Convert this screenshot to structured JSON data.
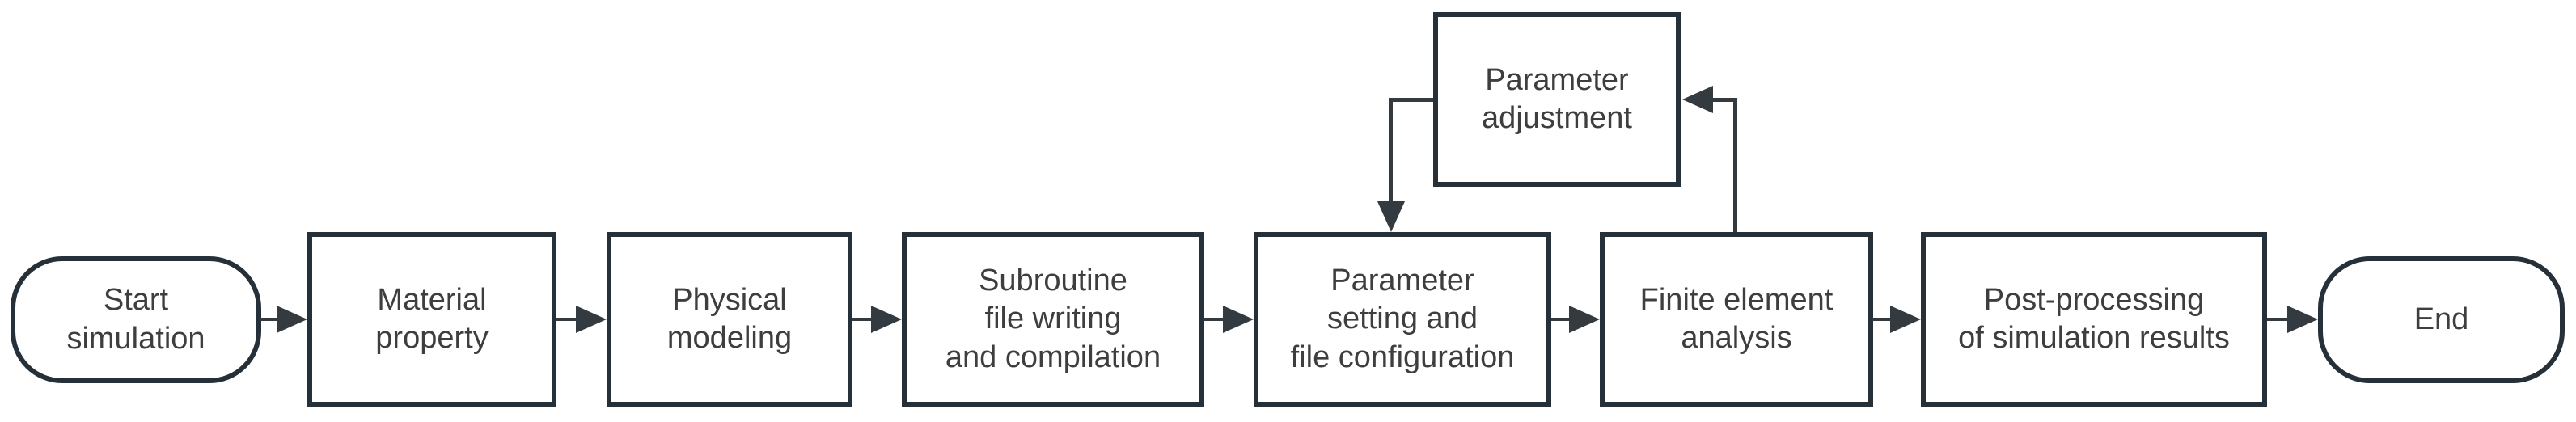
{
  "diagram": {
    "type": "flowchart",
    "background_color": "#ffffff",
    "colors": {
      "shape_border": "#263039",
      "connector": "#333a40",
      "text": "#3e3e3e"
    },
    "nodes": {
      "start": {
        "label": "Start\nsimulation",
        "shape": "terminator"
      },
      "material": {
        "label": "Material\nproperty",
        "shape": "process"
      },
      "physical": {
        "label": "Physical\nmodeling",
        "shape": "process"
      },
      "subroutine": {
        "label": "Subroutine\nfile writing\nand compilation",
        "shape": "process"
      },
      "param_setting": {
        "label": "Parameter\nsetting and\nfile configuration",
        "shape": "process"
      },
      "finite_element": {
        "label": "Finite element\nanalysis",
        "shape": "process"
      },
      "post_processing": {
        "label": "Post-processing\nof simulation results",
        "shape": "process"
      },
      "end": {
        "label": "End",
        "shape": "terminator"
      },
      "param_adjustment": {
        "label": "Parameter\nadjustment",
        "shape": "process"
      }
    },
    "edges": [
      {
        "from": "start",
        "to": "material"
      },
      {
        "from": "material",
        "to": "physical"
      },
      {
        "from": "physical",
        "to": "subroutine"
      },
      {
        "from": "subroutine",
        "to": "param_setting"
      },
      {
        "from": "param_setting",
        "to": "finite_element"
      },
      {
        "from": "finite_element",
        "to": "post_processing"
      },
      {
        "from": "post_processing",
        "to": "end"
      },
      {
        "from": "finite_element",
        "to": "param_adjustment"
      },
      {
        "from": "param_adjustment",
        "to": "param_setting"
      }
    ]
  }
}
